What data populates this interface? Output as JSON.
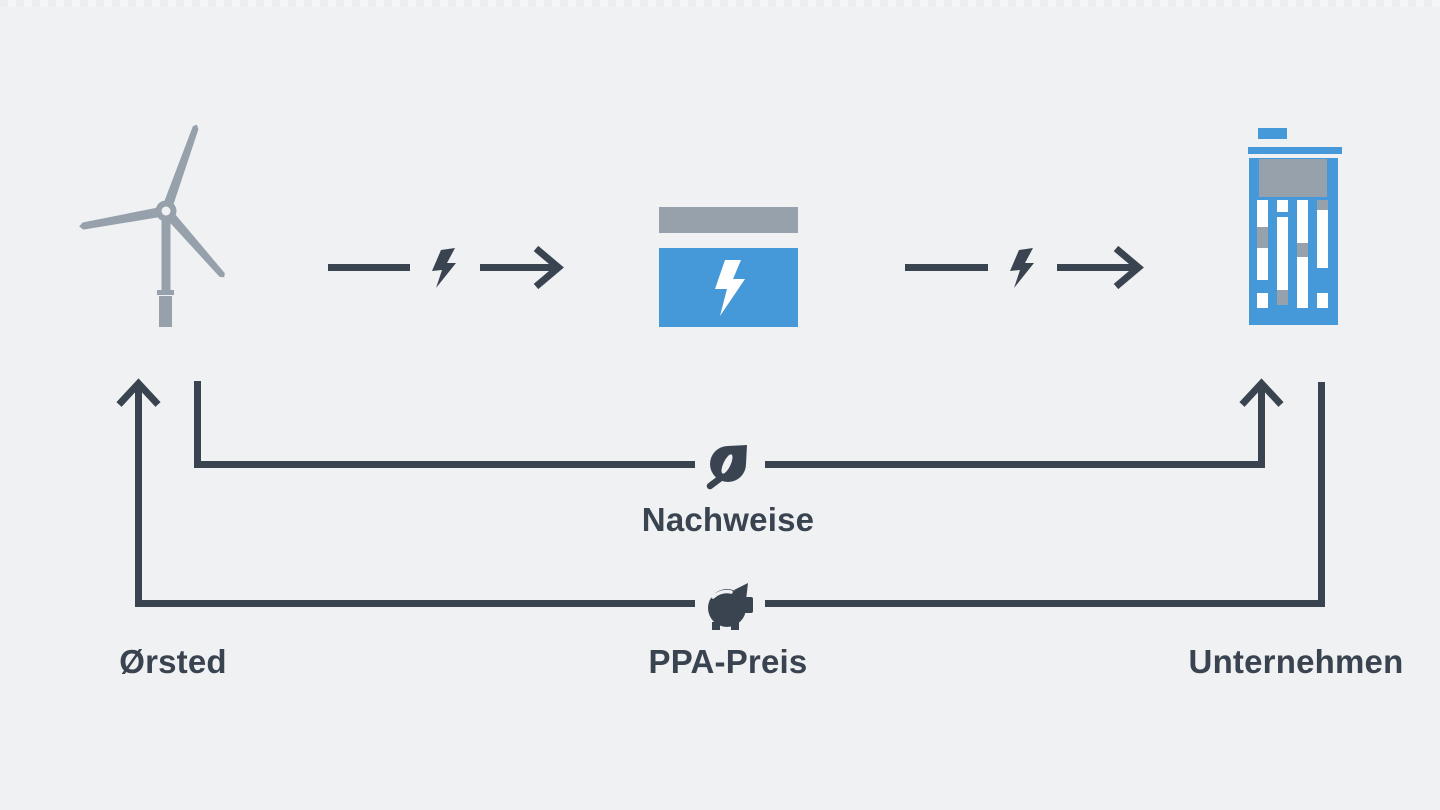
{
  "diagram": {
    "labels": {
      "producer": "Ørsted",
      "certificates_flow": "Nachweise",
      "price_flow": "PPA-Preis",
      "consumer": "Unternehmen"
    },
    "icons": {
      "producer": "wind-turbine-icon",
      "electricity": "lightning-bolt-icon",
      "market": "power-market-icon",
      "consumer": "office-building-icon",
      "certificates": "leaf-icon",
      "price": "piggy-bank-icon"
    },
    "colors": {
      "background": "#eff1f3",
      "line_dark": "#3a4450",
      "accent_blue": "#4699d8",
      "neutral_gray": "#96a1ab",
      "window_white": "#ffffff"
    }
  }
}
